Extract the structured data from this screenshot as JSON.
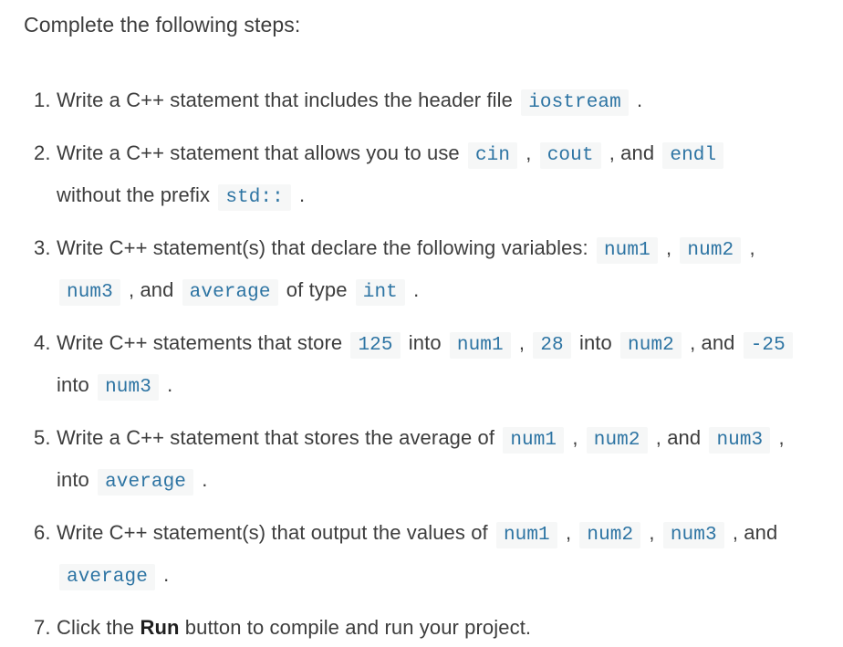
{
  "page": {
    "heading": "Complete the following steps:"
  },
  "colors": {
    "body_text": "#3d3d3d",
    "code_text": "#2d74a3",
    "code_bg": "#f6f7f7",
    "bold_text": "#1f1f1f",
    "page_bg": "#ffffff"
  },
  "steps": [
    {
      "number": "1.",
      "segments": [
        {
          "type": "text",
          "value": "Write a C++ statement that includes the header file "
        },
        {
          "type": "code",
          "value": "iostream"
        },
        {
          "type": "text",
          "value": " ."
        }
      ]
    },
    {
      "number": "2.",
      "segments": [
        {
          "type": "text",
          "value": "Write a C++ statement that allows you to use "
        },
        {
          "type": "code",
          "value": "cin"
        },
        {
          "type": "text",
          "value": " , "
        },
        {
          "type": "code",
          "value": "cout"
        },
        {
          "type": "text",
          "value": " , and "
        },
        {
          "type": "code",
          "value": "endl"
        },
        {
          "type": "break"
        },
        {
          "type": "text",
          "value": "without the prefix "
        },
        {
          "type": "code",
          "value": "std::"
        },
        {
          "type": "text",
          "value": " ."
        }
      ]
    },
    {
      "number": "3.",
      "segments": [
        {
          "type": "text",
          "value": "Write C++ statement(s) that declare the following variables: "
        },
        {
          "type": "code",
          "value": "num1"
        },
        {
          "type": "text",
          "value": " , "
        },
        {
          "type": "code",
          "value": "num2"
        },
        {
          "type": "text",
          "value": " ,"
        },
        {
          "type": "break"
        },
        {
          "type": "code",
          "value": "num3"
        },
        {
          "type": "text",
          "value": " , and "
        },
        {
          "type": "code",
          "value": "average"
        },
        {
          "type": "text",
          "value": " of type "
        },
        {
          "type": "code",
          "value": "int"
        },
        {
          "type": "text",
          "value": " ."
        }
      ]
    },
    {
      "number": "4.",
      "segments": [
        {
          "type": "text",
          "value": "Write C++ statements that store "
        },
        {
          "type": "code",
          "value": "125"
        },
        {
          "type": "text",
          "value": " into "
        },
        {
          "type": "code",
          "value": "num1"
        },
        {
          "type": "text",
          "value": " , "
        },
        {
          "type": "code",
          "value": "28"
        },
        {
          "type": "text",
          "value": " into "
        },
        {
          "type": "code",
          "value": "num2"
        },
        {
          "type": "text",
          "value": " , and "
        },
        {
          "type": "code",
          "value": "-25"
        },
        {
          "type": "break"
        },
        {
          "type": "text",
          "value": "into "
        },
        {
          "type": "code",
          "value": "num3"
        },
        {
          "type": "text",
          "value": " ."
        }
      ]
    },
    {
      "number": "5.",
      "segments": [
        {
          "type": "text",
          "value": "Write a C++ statement that stores the average of "
        },
        {
          "type": "code",
          "value": "num1"
        },
        {
          "type": "text",
          "value": " , "
        },
        {
          "type": "code",
          "value": "num2"
        },
        {
          "type": "text",
          "value": " , and "
        },
        {
          "type": "code",
          "value": "num3"
        },
        {
          "type": "text",
          "value": " ,"
        },
        {
          "type": "break"
        },
        {
          "type": "text",
          "value": "into "
        },
        {
          "type": "code",
          "value": "average"
        },
        {
          "type": "text",
          "value": " ."
        }
      ]
    },
    {
      "number": "6.",
      "segments": [
        {
          "type": "text",
          "value": "Write C++ statement(s) that output the values of "
        },
        {
          "type": "code",
          "value": "num1"
        },
        {
          "type": "text",
          "value": " , "
        },
        {
          "type": "code",
          "value": "num2"
        },
        {
          "type": "text",
          "value": " , "
        },
        {
          "type": "code",
          "value": "num3"
        },
        {
          "type": "text",
          "value": " , and"
        },
        {
          "type": "break"
        },
        {
          "type": "code",
          "value": "average"
        },
        {
          "type": "text",
          "value": " ."
        }
      ]
    },
    {
      "number": "7.",
      "segments": [
        {
          "type": "text",
          "value": "Click the "
        },
        {
          "type": "bold",
          "value": "Run"
        },
        {
          "type": "text",
          "value": " button to compile and run your project."
        }
      ]
    }
  ]
}
